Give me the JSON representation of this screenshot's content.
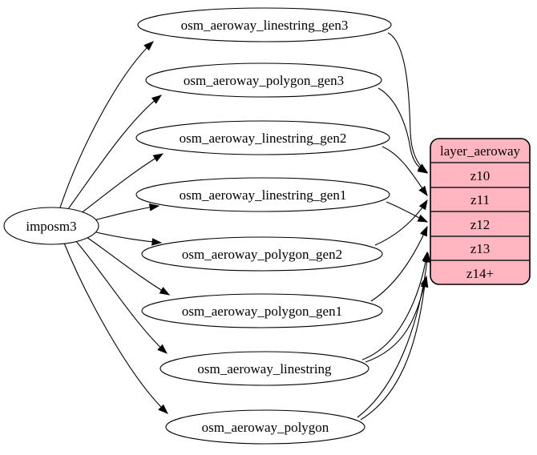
{
  "diagram": {
    "type": "etl-graph",
    "source_node": {
      "id": "imposm3",
      "label": "imposm3"
    },
    "tables": [
      {
        "id": "osm_aeroway_linestring_gen3",
        "label": "osm_aeroway_linestring_gen3"
      },
      {
        "id": "osm_aeroway_polygon_gen3",
        "label": "osm_aeroway_polygon_gen3"
      },
      {
        "id": "osm_aeroway_linestring_gen2",
        "label": "osm_aeroway_linestring_gen2"
      },
      {
        "id": "osm_aeroway_linestring_gen1",
        "label": "osm_aeroway_linestring_gen1"
      },
      {
        "id": "osm_aeroway_polygon_gen2",
        "label": "osm_aeroway_polygon_gen2"
      },
      {
        "id": "osm_aeroway_polygon_gen1",
        "label": "osm_aeroway_polygon_gen1"
      },
      {
        "id": "osm_aeroway_linestring",
        "label": "osm_aeroway_linestring"
      },
      {
        "id": "osm_aeroway_polygon",
        "label": "osm_aeroway_polygon"
      }
    ],
    "layer": {
      "title": "layer_aeroway",
      "rows": [
        "z10",
        "z11",
        "z12",
        "z13",
        "z14+"
      ]
    },
    "edges": [
      {
        "from": "imposm3",
        "to": "osm_aeroway_linestring_gen3"
      },
      {
        "from": "imposm3",
        "to": "osm_aeroway_polygon_gen3"
      },
      {
        "from": "imposm3",
        "to": "osm_aeroway_linestring_gen2"
      },
      {
        "from": "imposm3",
        "to": "osm_aeroway_linestring_gen1"
      },
      {
        "from": "imposm3",
        "to": "osm_aeroway_polygon_gen2"
      },
      {
        "from": "imposm3",
        "to": "osm_aeroway_polygon_gen1"
      },
      {
        "from": "imposm3",
        "to": "osm_aeroway_linestring"
      },
      {
        "from": "imposm3",
        "to": "osm_aeroway_polygon"
      },
      {
        "from": "osm_aeroway_linestring_gen3",
        "to": "layer_aeroway:z10"
      },
      {
        "from": "osm_aeroway_polygon_gen3",
        "to": "layer_aeroway:z10"
      },
      {
        "from": "osm_aeroway_linestring_gen2",
        "to": "layer_aeroway:z11"
      },
      {
        "from": "osm_aeroway_polygon_gen2",
        "to": "layer_aeroway:z11"
      },
      {
        "from": "osm_aeroway_linestring_gen1",
        "to": "layer_aeroway:z12"
      },
      {
        "from": "osm_aeroway_polygon_gen1",
        "to": "layer_aeroway:z12"
      },
      {
        "from": "osm_aeroway_linestring",
        "to": "layer_aeroway:z13"
      },
      {
        "from": "osm_aeroway_polygon",
        "to": "layer_aeroway:z13"
      },
      {
        "from": "osm_aeroway_linestring",
        "to": "layer_aeroway:z14+"
      },
      {
        "from": "osm_aeroway_polygon",
        "to": "layer_aeroway:z14+"
      }
    ],
    "colors": {
      "layer_fill": "#ffb6c1",
      "node_fill": "#ffffff",
      "stroke": "#000000",
      "background": "#ffffff"
    }
  }
}
